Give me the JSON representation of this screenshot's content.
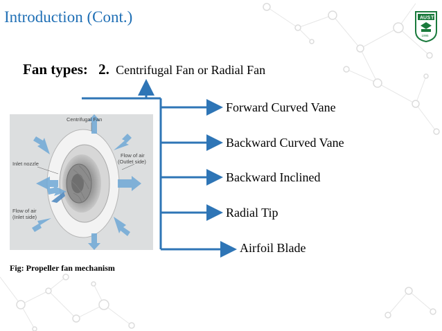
{
  "slide": {
    "title": "Introduction (Cont.)",
    "fan_types_label": "Fan types:",
    "fan_number": "2.",
    "fan_name": "Centrifugal Fan or Radial Fan",
    "types": [
      "Forward Curved Vane",
      "Backward Curved Vane",
      "Backward Inclined",
      "Radial Tip",
      "Airfoil Blade"
    ],
    "figure": {
      "labels": {
        "centrifugal_fan": "Centrifugal Fan",
        "inlet_nozzle": "Inlet nozzle",
        "flow_outlet_1": "Flow of air",
        "flow_outlet_2": "(Outlet side)",
        "flow_inlet_1": "Flow of air",
        "flow_inlet_2": "(Inlet side)"
      },
      "caption": "Fig:  Propeller fan mechanism"
    },
    "logo": {
      "letters": [
        "A",
        "U",
        "S",
        "T"
      ],
      "year": "1995"
    }
  },
  "colors": {
    "title": "#1f6fb5",
    "arrow": "#2e75b6",
    "logo_green": "#1a7a3c",
    "network": "#e3e3e3"
  },
  "icons": [
    "network-background",
    "aust-logo",
    "arrow-icon"
  ]
}
